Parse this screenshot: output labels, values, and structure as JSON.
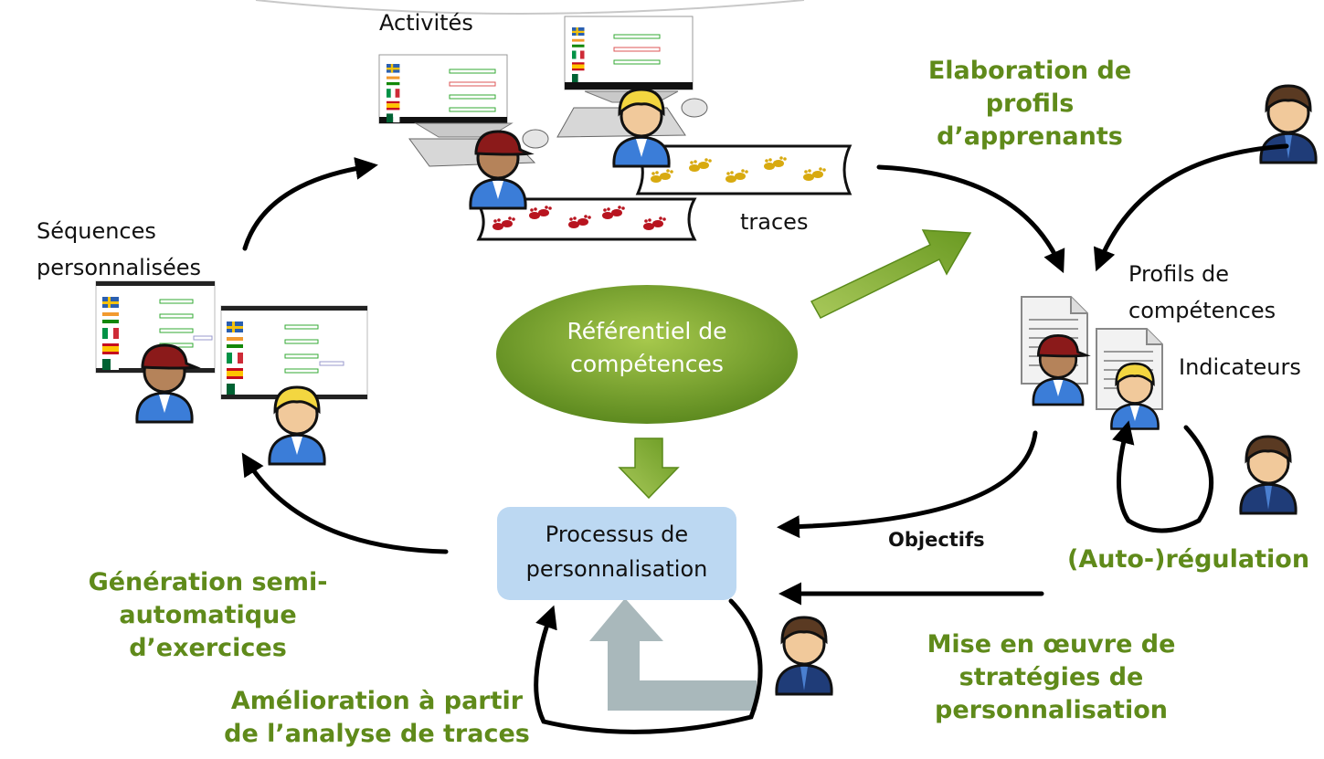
{
  "labels": {
    "activites": "Activités",
    "sequences": "Séquences personnalisées",
    "traces": "traces",
    "profils_competences": "Profils de compétences",
    "indicateurs": "Indicateurs",
    "objectifs": "Objectifs"
  },
  "processes": {
    "elaboration": "Elaboration de profils d’apprenants",
    "auto_regulation": "(Auto-)régulation",
    "mise_en_oeuvre": "Mise en œuvre de stratégies de personnalisation",
    "amelioration": "Amélioration à partir de l’analyse de traces",
    "generation": "Génération semi-automatique d’exercices"
  },
  "center": {
    "referentiel": "Référentiel de compétences",
    "processus": "Processus de personnalisation"
  },
  "colors": {
    "process_green": "#5f8a1a",
    "ellipse_green": "#7aa52e",
    "box_blue": "#bcd8f2",
    "feedback_arrow": "#a9b8bb"
  }
}
